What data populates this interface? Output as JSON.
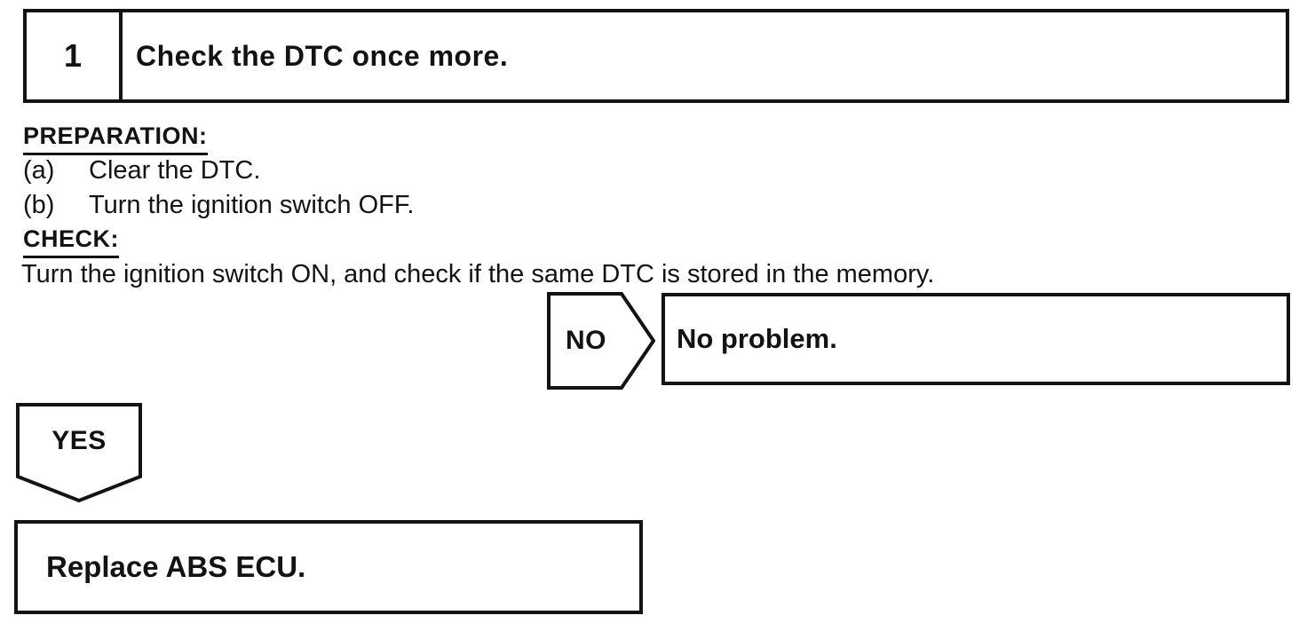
{
  "colors": {
    "ink": "#131313",
    "paper": "#ffffff"
  },
  "step": {
    "number": "1",
    "title": "Check the DTC once more."
  },
  "preparation": {
    "heading": "PREPARATION:",
    "items": [
      {
        "label": "(a)",
        "text": "Clear the DTC."
      },
      {
        "label": "(b)",
        "text": "Turn the ignition switch OFF."
      }
    ]
  },
  "check": {
    "heading": "CHECK:",
    "description": "Turn the ignition switch ON, and check if the same DTC is stored in the memory."
  },
  "branches": {
    "no": {
      "label": "NO",
      "action": "No problem."
    },
    "yes": {
      "label": "YES",
      "action": "Replace ABS ECU."
    }
  }
}
